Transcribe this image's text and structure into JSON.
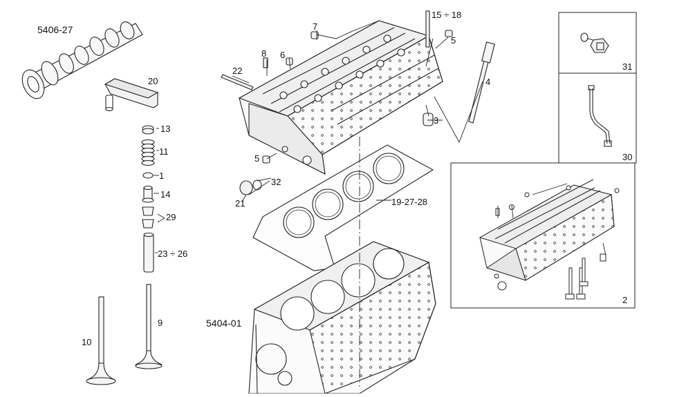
{
  "diagram": {
    "references": {
      "camshaft_group": "5406-27",
      "block_group": "5404-01"
    },
    "callouts": {
      "c1": "1",
      "c2": "2",
      "c3": "3",
      "c4": "4",
      "c5a": "5",
      "c5b": "5",
      "c6": "6",
      "c7": "7",
      "c8": "8",
      "c9": "9",
      "c10": "10",
      "c11": "11",
      "c13": "13",
      "c14": "14",
      "c15_18": "15 ÷ 18",
      "c19_27_28": "19-27-28",
      "c20": "20",
      "c21": "21",
      "c22": "22",
      "c23_26": "23 ÷ 26",
      "c29": "29",
      "c30": "30",
      "c31": "31",
      "c32": "32"
    }
  }
}
